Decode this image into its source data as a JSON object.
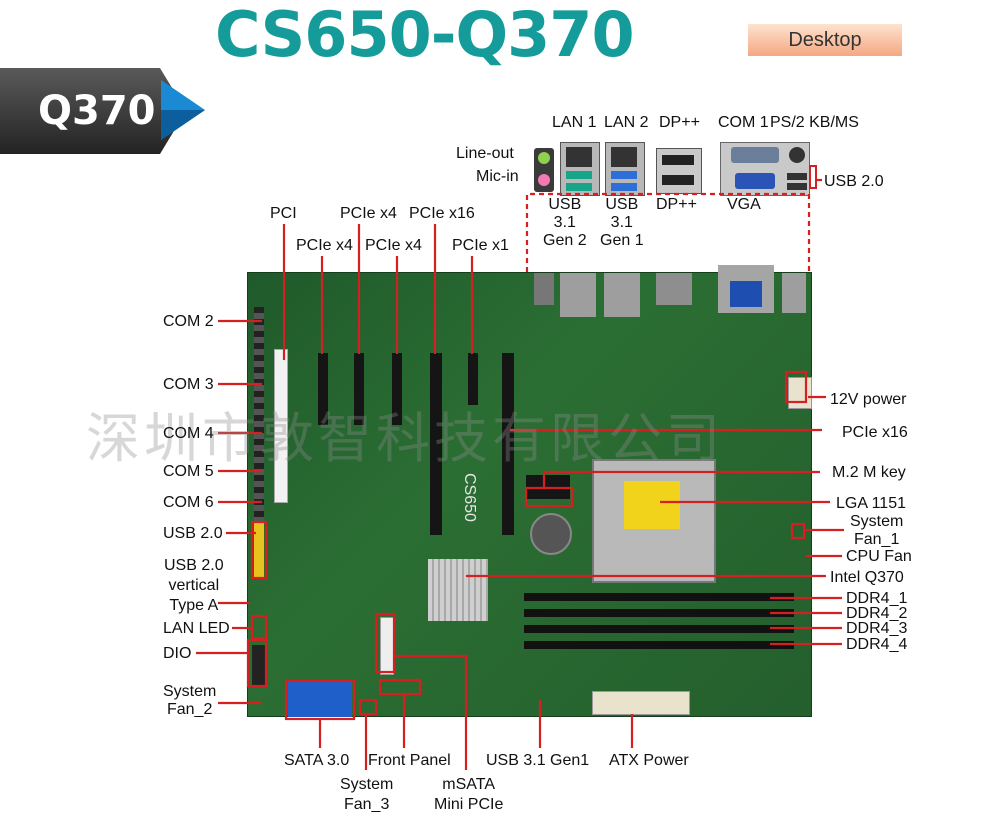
{
  "header": {
    "title": "CS650-Q370",
    "badge": "Desktop",
    "banner": "Q370"
  },
  "board_silkscreen": "CS650",
  "watermark": "深圳市敦智科技有限公司",
  "io_panel": {
    "top_labels": [
      "LAN 1",
      "LAN 2",
      "DP++",
      "COM 1",
      "PS/2 KB/MS"
    ],
    "audio_labels": [
      "Line-out",
      "Mic-in"
    ],
    "bottom_labels": {
      "usb31_gen2": "USB\n3.1\nGen 2",
      "usb31_gen1": "USB\n3.1\nGen 1",
      "dp2": "DP++",
      "vga": "VGA",
      "usb20": "USB 2.0"
    }
  },
  "slot_labels": {
    "pci": "PCI",
    "pcie_x4_1": "PCIe x4",
    "pcie_x4_top": "PCIe x4",
    "pcie_x4_2": "PCIe x4",
    "pcie_x16_top": "PCIe x16",
    "pcie_x1": "PCIe x1"
  },
  "left_labels": {
    "com2": "COM 2",
    "com3": "COM 3",
    "com4": "COM 4",
    "com5": "COM 5",
    "com6": "COM 6",
    "usb20": "USB 2.0",
    "usb20_vertical": "USB 2.0\nvertical\nType A",
    "lan_led": "LAN LED",
    "dio": "DIO",
    "sys_fan2": "System\nFan_2"
  },
  "right_labels": {
    "power12v": "12V power",
    "pcie_x16": "PCIe x16",
    "m2": "M.2 M key",
    "lga": "LGA 1151",
    "sys_fan1": "System\nFan_1",
    "cpu_fan": "CPU Fan",
    "chipset": "Intel Q370",
    "ddr1": "DDR4_1",
    "ddr2": "DDR4_2",
    "ddr3": "DDR4_3",
    "ddr4": "DDR4_4"
  },
  "bottom_labels": {
    "sata": "SATA 3.0",
    "front_panel": "Front Panel",
    "sys_fan3": "System\nFan_3",
    "msata": "mSATA\nMini PCIe",
    "usb31": "USB 3.1 Gen1",
    "atx": "ATX Power"
  },
  "colors": {
    "title": "#159c9a",
    "leader": "#d42020",
    "board": "#2b6e33",
    "banner_arrow": "#1a8ad4"
  }
}
